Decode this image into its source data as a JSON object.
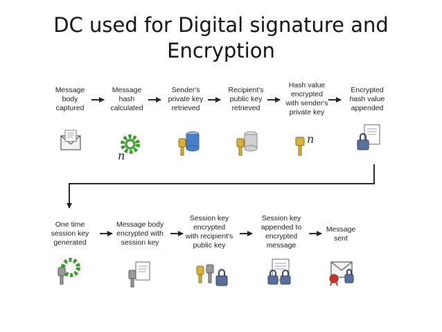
{
  "title": {
    "line1": "DC used for Digital signature and",
    "line2": "Encryption"
  },
  "steps_row1": [
    {
      "label_lines": [
        "Message",
        "body",
        "captured"
      ],
      "icon": "envelope-icon"
    },
    {
      "label_lines": [
        "Message",
        "hash",
        "calculated"
      ],
      "icon": "gear-hash-icon"
    },
    {
      "label_lines": [
        "Sender's",
        "private key",
        "retrieved"
      ],
      "icon": "key-database-icon"
    },
    {
      "label_lines": [
        "Recipient's",
        "public key",
        "retrieved"
      ],
      "icon": "key-database-icon"
    },
    {
      "label_lines": [
        "Hash value",
        "encrypted",
        "with sender's",
        "private key"
      ],
      "icon": "key-hash-icon"
    },
    {
      "label_lines": [
        "Encrypted",
        "hash value",
        "appended"
      ],
      "icon": "document-lock-icon"
    }
  ],
  "steps_row2": [
    {
      "label_lines": [
        "One time",
        "session key",
        "generated"
      ],
      "icon": "gear-key-icon"
    },
    {
      "label_lines": [
        "Message body",
        "encrypted with",
        "session key"
      ],
      "icon": "key-document-icon"
    },
    {
      "label_lines": [
        "Session key",
        "encrypted",
        "with recipient's",
        "public key"
      ],
      "icon": "two-keys-lock-icon"
    },
    {
      "label_lines": [
        "Session key",
        "appended to",
        "encrypted",
        "message"
      ],
      "icon": "document-locks-icon"
    },
    {
      "label_lines": [
        "Message",
        "sent"
      ],
      "icon": "sealed-envelope-icon"
    }
  ],
  "hash_symbol": "n",
  "colors": {
    "arrow": "#222222",
    "key": "#d6b23a",
    "gear": "#3a9a2a",
    "database": "#4a7ec8",
    "lock": "#5a6f9a",
    "seal": "#c8332b"
  }
}
